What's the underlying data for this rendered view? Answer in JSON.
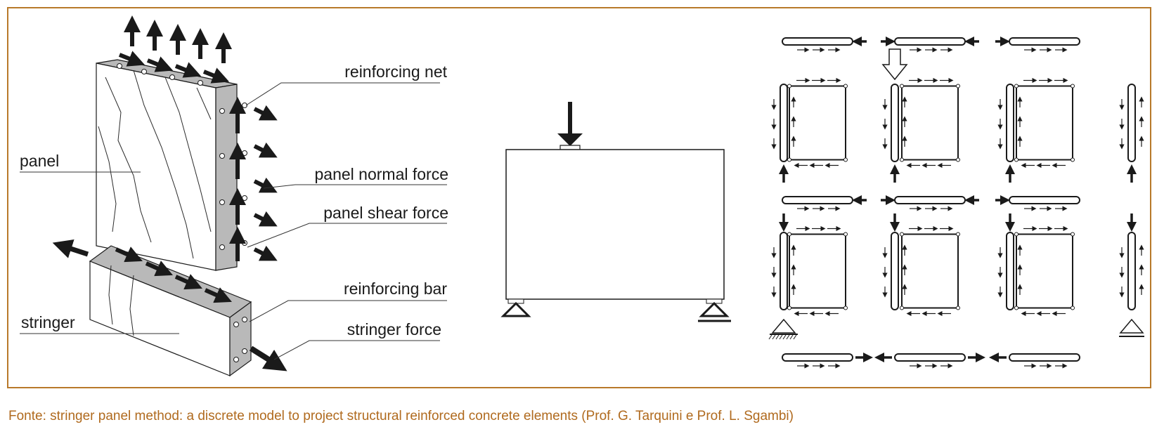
{
  "labels": {
    "reinforcing_net": "reinforcing net",
    "panel": "panel",
    "panel_normal_force": "panel normal force",
    "panel_shear_force": "panel shear force",
    "reinforcing_bar": "reinforcing bar",
    "stringer": "stringer",
    "stringer_force": "stringer force"
  },
  "caption": "Fonte: stringer panel method: a discrete model to project structural reinforced concrete elements (Prof. G. Tarquini e Prof. L. Sgambi)",
  "colors": {
    "frame_border": "#b8792a",
    "caption_text": "#b06a1e",
    "face_gray": "#b9b9b9",
    "ink": "#1a1a1a"
  }
}
